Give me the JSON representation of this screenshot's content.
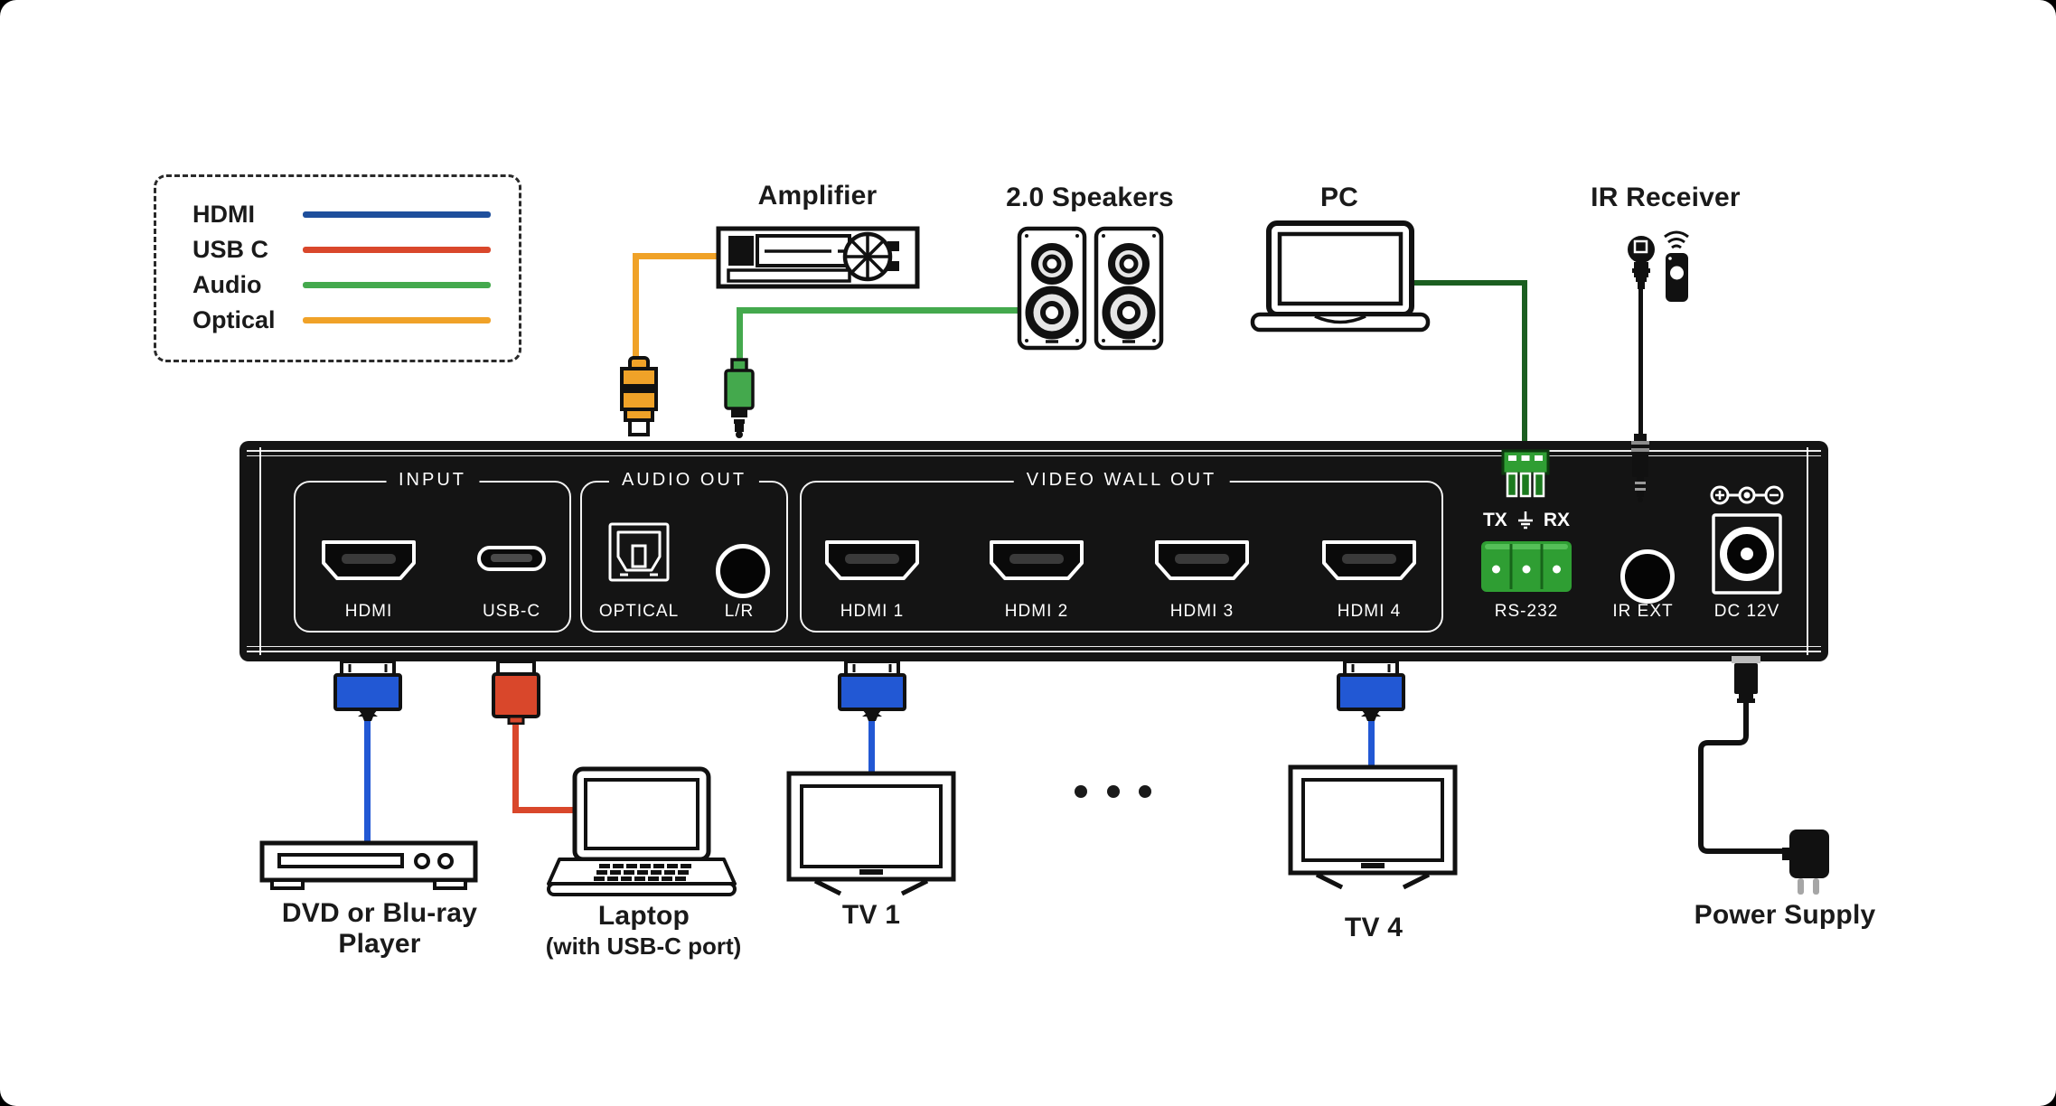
{
  "colors": {
    "hdmi_line": "#1e4f9c",
    "hdmi_cable": "#2258d4",
    "usb_c": "#d9472b",
    "audio": "#44a94d",
    "optical": "#f0a228",
    "serial": "#1b5e20",
    "terminal": "#2f9e33",
    "panel": "#141414",
    "ink": "#1a1a1a"
  },
  "legend": {
    "items": [
      {
        "label": "HDMI",
        "color": "#1e4f9c"
      },
      {
        "label": "USB C",
        "color": "#d9472b"
      },
      {
        "label": "Audio",
        "color": "#44a94d"
      },
      {
        "label": "Optical",
        "color": "#f0a228"
      }
    ]
  },
  "devices": {
    "amplifier": {
      "label": "Amplifier"
    },
    "speakers": {
      "label": "2.0 Speakers"
    },
    "pc": {
      "label": "PC"
    },
    "ir_receiver": {
      "label": "IR Receiver"
    },
    "dvd": {
      "label": "DVD or Blu-ray Player"
    },
    "laptop": {
      "label": "Laptop",
      "sublabel": "(with USB-C port)"
    },
    "tv1": {
      "label": "TV 1"
    },
    "tv4": {
      "label": "TV 4"
    },
    "power_supply": {
      "label": "Power Supply"
    }
  },
  "panel": {
    "sections": {
      "input": {
        "title": "INPUT",
        "ports": [
          {
            "label": "HDMI"
          },
          {
            "label": "USB-C"
          }
        ]
      },
      "audio_out": {
        "title": "AUDIO OUT",
        "ports": [
          {
            "label": "OPTICAL"
          },
          {
            "label": "L/R"
          }
        ]
      },
      "video_wall_out": {
        "title": "VIDEO WALL OUT",
        "ports": [
          {
            "label": "HDMI 1"
          },
          {
            "label": "HDMI 2"
          },
          {
            "label": "HDMI 3"
          },
          {
            "label": "HDMI 4"
          }
        ]
      }
    },
    "serial": {
      "tx": "TX",
      "rx": "RX",
      "label": "RS-232"
    },
    "ir_ext": {
      "label": "IR EXT"
    },
    "power": {
      "label": "DC 12V"
    }
  }
}
